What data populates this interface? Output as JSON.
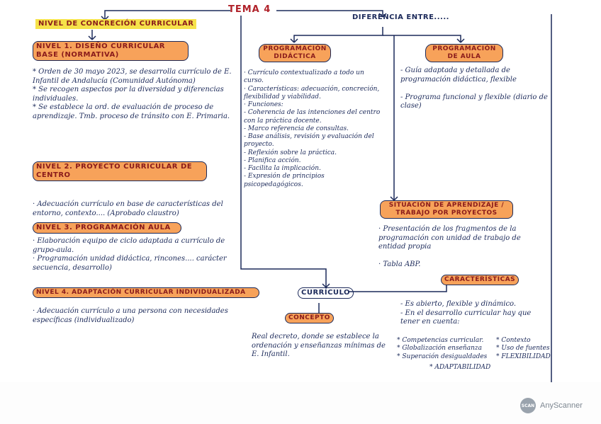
{
  "title": "TEMA 4",
  "left": {
    "heading": "NIVEL DE CONCRECIÓN CURRICULAR",
    "level1": {
      "label": "NIVEL 1. DISEÑO CURRICULAR BASE (NORMATIVA)",
      "text": "* Orden de 30 mayo 2023, se desarrolla currículo de E. Infantil de Andalucía (Comunidad Autónoma)\n* Se recogen aspectos por la diversidad y diferencias individuales.\n* Se establece la ord. de evaluación de proceso de aprendizaje. Tmb. proceso de tránsito con E. Primaria."
    },
    "level2": {
      "label": "NIVEL 2. PROYECTO CURRICULAR DE CENTRO",
      "text": "· Adecuación currículo en base de características del entorno, contexto.... (Aprobado claustro)"
    },
    "level3": {
      "label": "NIVEL 3. PROGRAMACIÓN AULA",
      "text": "· Elaboración equipo de ciclo adaptada a currículo de grupo-aula.\n· Programación unidad didáctica, rincones.... carácter secuencia, desarrollo)"
    },
    "level4": {
      "label": "NIVEL 4. ADAPTACIÓN CURRICULAR INDIVIDUALIZADA",
      "text": "· Adecuación currículo a una persona con necesidades específicas (individualizado)"
    }
  },
  "middle": {
    "heading": "DIFERENCIA ENTRE.....",
    "prog_didactica": {
      "label": "PROGRAMACIÓN DIDÁCTICA",
      "text": "· Currículo contextualizado a todo un curso.\n· Características: adecuación, concreción, flexibilidad y viabilidad.\n· Funciones:\n- Coherencia de las intenciones del centro con la práctica docente.\n- Marco referencia de consultas.\n- Base análisis, revisión y evaluación del proyecto.\n- Reflexión sobre la práctica.\n- Planifica acción.\n- Facilita la implicación.\n- Expresión de principios psicopedagógicos."
    },
    "curriculo": {
      "label": "CURRÍCULO",
      "concept_label": "CONCEPTO",
      "concept_text": "Real decreto, donde se establece la ordenación y enseñanzas mínimas de E. Infantil."
    }
  },
  "right": {
    "prog_aula": {
      "label": "PROGRAMACIÓN DE AULA",
      "text": "- Guía adaptada y detallada de programación didáctica, flexible\n\n- Programa funcional y flexible (diario de clase)"
    },
    "situacion": {
      "label": "SITUACIÓN DE APRENDIZAJE / TRABAJO POR PROYECTOS",
      "text": "· Presentación de los fragmentos de la programación con unidad de trabajo de entidad propia\n\n· Tabla ABP."
    },
    "caracteristicas": {
      "label": "CARACTERÍSTICAS",
      "text": "- Es abierto, flexible y dinámico.\n- En el desarrollo curricular hay que tener en cuenta:",
      "col1": "* Competencias curricular.\n* Globalización enseñanza\n* Superación desigualdades",
      "col2": "* Contexto\n* Uso de fuentes\n* FLEXIBILIDAD",
      "extra": "* ADAPTABILIDAD"
    }
  },
  "watermark": {
    "icon": "scan-icon",
    "icon_text": "SCAN",
    "brand": "AnyScanner"
  },
  "colors": {
    "ink": "#1c2a5a",
    "title_red": "#b0222a",
    "highlight_yellow": "#f6e24a",
    "highlight_orange": "#f7a25a"
  }
}
